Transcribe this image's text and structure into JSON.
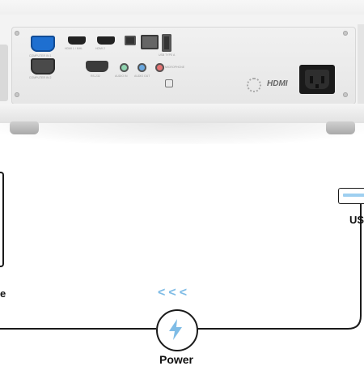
{
  "projector": {
    "panel_labels": {
      "vga_in": "COMPUTER IN 1",
      "vga_in2": "COMPUTER IN 2",
      "hdmi1": "HDMI 1 / MHL",
      "hdmi2": "HDMI 2",
      "serial": "RS-232",
      "audio_in": "AUDIO IN",
      "audio_out": "AUDIO OUT",
      "microphone": "MICROPHONE",
      "usb": "USB TYPE A",
      "brand_logo": "HDMI"
    }
  },
  "diagram": {
    "left_label": "e",
    "right_label": "US",
    "power_label": "Power",
    "flow_arrows": "<<<",
    "accent_color": "#7fbce6",
    "line_color": "#1a1a1a",
    "power_icon": "lightning-bolt-icon"
  }
}
